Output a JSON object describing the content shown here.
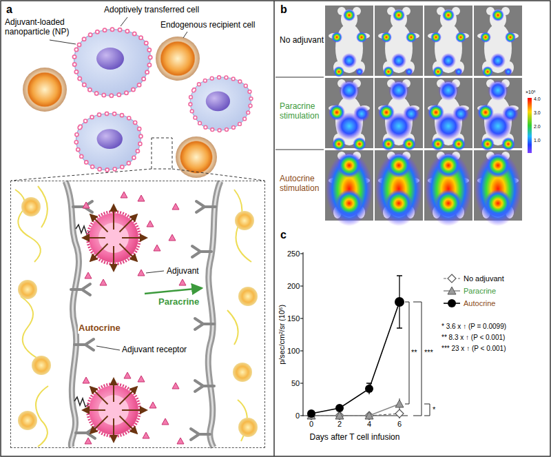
{
  "diagram": {
    "nodes": [
      {
        "text": [
          "Adjuvant",
          "Paracrine",
          "Autocrine",
          "Adjuvant receptor"
        ]
      }
    ],
    "labels": [
      "a",
      "Adjuvant-loaded nanoparticle (NP)",
      "Adoptively transferred cell",
      "Endogenous recipient cell",
      "b",
      "No adjuvant",
      "Paracrine stimulation",
      "Autocrine stimulation",
      "4.0",
      "3.0",
      "2.0",
      "1.0",
      "×10⁵",
      "c",
      "250",
      "200",
      "150",
      "100",
      "50",
      "0",
      "0",
      "2",
      "4",
      "6",
      "p/sec/cm²/sr (10⁶)",
      "Days after T cell infusion",
      "**",
      "***",
      "*",
      "* 3.6 x ↑ (P = 0.0099)",
      "** 8.3 x ↑ (P < 0.001)",
      "*** 23 x ↑ (P < 0.001)"
    ],
    "legend": [
      {
        "text": "No adjuvant"
      },
      {
        "text": "Paracrine"
      },
      {
        "text": "Autocrine"
      }
    ]
  }
}
